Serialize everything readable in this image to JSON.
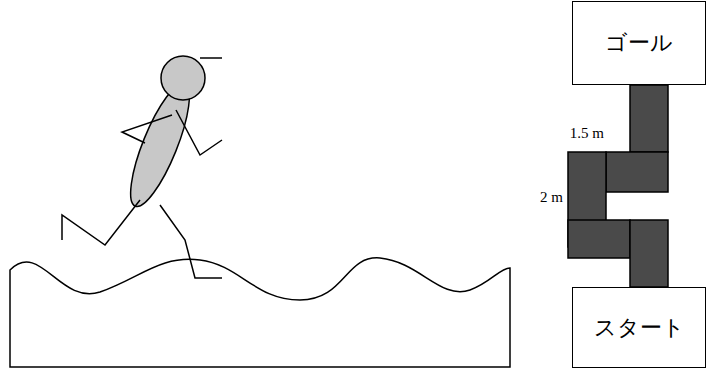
{
  "diagram": {
    "nodes": [
      {
        "text": [
          "ゴール"
        ]
      },
      {
        "text": [
          "スタート"
        ]
      }
    ],
    "labels": [
      "1.5 m",
      "2 m"
    ]
  }
}
